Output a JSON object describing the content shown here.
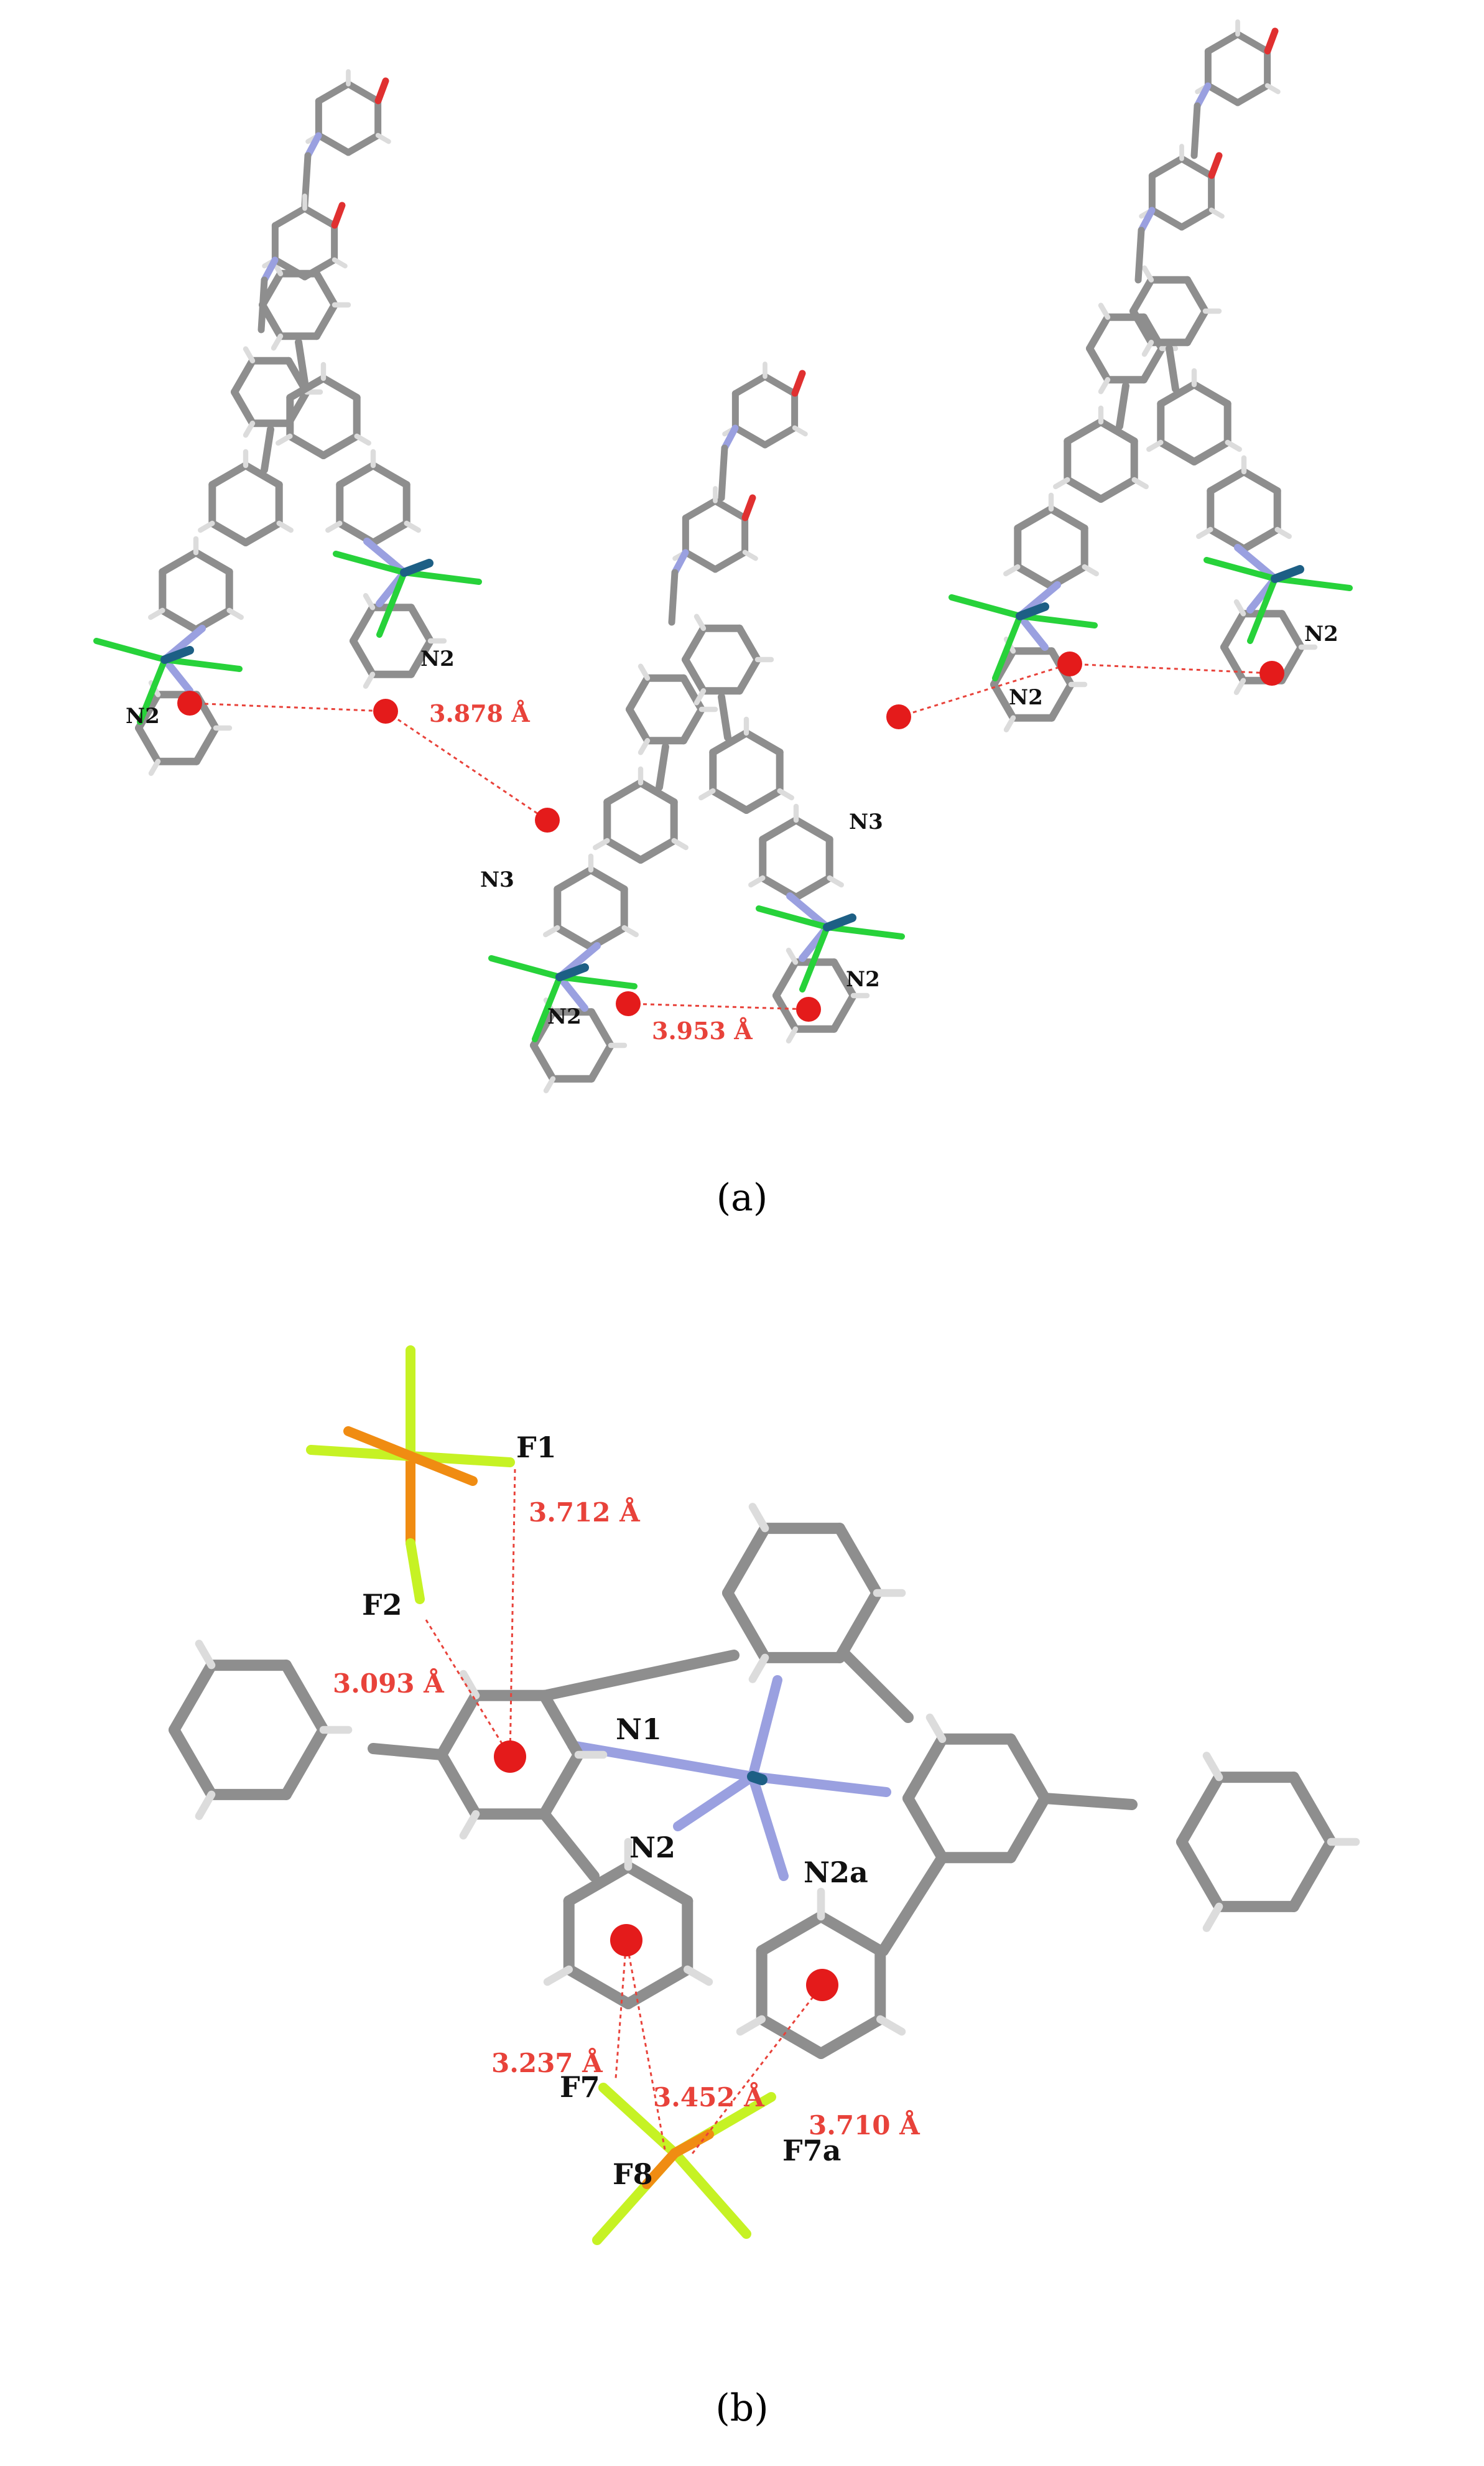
{
  "colors": {
    "carbon": "#8e8e8e",
    "hydrogen": "#dcdcdc",
    "nitrogen": "#9aa0e0",
    "oxygen": "#e03030",
    "metal": "#1d5f85",
    "chlorine": "#27d23a",
    "phosphorus": "#f08c12",
    "fluorine": "#c6f224",
    "centroid": "#e41b1b",
    "contact_line": "#e8423a"
  },
  "panel_a": {
    "label": "(a)",
    "atom_labels": [
      "N2",
      "N2",
      "N3",
      "N2",
      "N3",
      "N2",
      "N2",
      "N2"
    ],
    "distances": [
      "3.878 Å",
      "3.953 Å"
    ]
  },
  "panel_b": {
    "label": "(b)",
    "atom_labels": [
      "F1",
      "F2",
      "N1",
      "N2",
      "N2a",
      "F7",
      "F8",
      "F7a"
    ],
    "distances": [
      "3.712 Å",
      "3.093 Å",
      "3.237 Å",
      "3.452 Å",
      "3.710 Å"
    ]
  }
}
